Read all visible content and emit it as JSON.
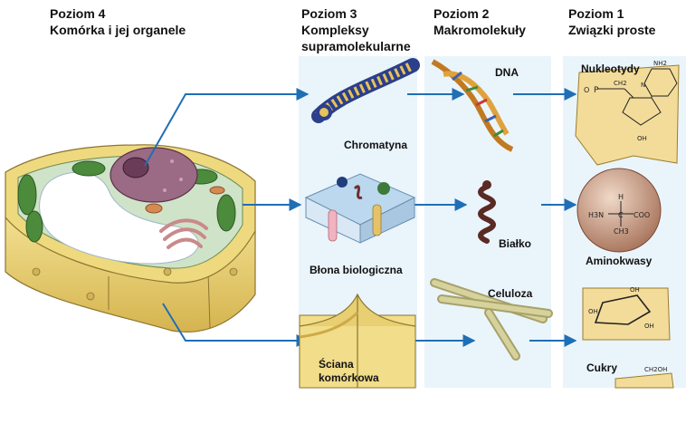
{
  "headers": {
    "level4": {
      "line1": "Poziom 4",
      "line2": "Komórka i jej organele"
    },
    "level3": {
      "line1": "Poziom 3",
      "line2": "Kompleksy",
      "line3": "supramolekularne"
    },
    "level2": {
      "line1": "Poziom 2",
      "line2": "Makromolekuły"
    },
    "level1": {
      "line1": "Poziom 1",
      "line2": "Związki proste"
    }
  },
  "labels": {
    "chromatyna": "Chromatyna",
    "blona": "Błona biologiczna",
    "sciana_line1": "Ściana",
    "sciana_line2": "komórkowa",
    "dna": "DNA",
    "bialko": "Białko",
    "celuloza": "Celuloza",
    "nukleotydy": "Nukleotydy",
    "aminokwasy": "Aminokwasy",
    "cukry": "Cukry"
  },
  "chem": {
    "nh2": "NH2",
    "n": "N",
    "o": "O",
    "p": "P",
    "ch2": "CH2",
    "oh": "OH",
    "h": "H",
    "c": "C",
    "h3n": "H3N",
    "coo": "COO",
    "ch3": "CH3",
    "ch2oh": "CH2OH"
  },
  "colors": {
    "arrow": "#1f6fb5",
    "column_bg": "#eaf4fb",
    "cell_wall": "#e7cf72",
    "chloroplast": "#4c8a3c",
    "nucleus": "#9b6a85",
    "membrane": "#bcd8ee"
  }
}
